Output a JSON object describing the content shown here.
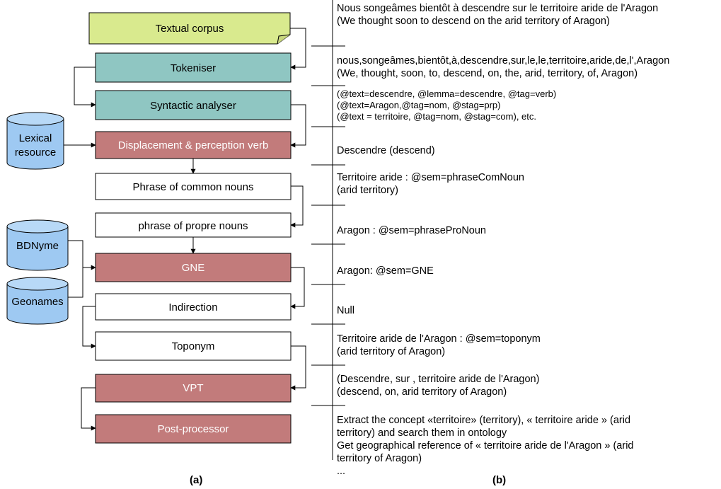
{
  "pipeline": {
    "textual_corpus": "Textual corpus",
    "tokeniser": "Tokeniser",
    "syntactic_analyser": "Syntactic analyser",
    "displacement_verb": "Displacement & perception verb",
    "phrase_common_nouns": "Phrase of common nouns",
    "phrase_propre_nouns": "phrase of propre nouns",
    "gne": "GNE",
    "indirection": "Indirection",
    "toponym": "Toponym",
    "vpt": "VPT",
    "post_processor": "Post-processor"
  },
  "resources": {
    "lexical_line1": "Lexical",
    "lexical_line2": "resource",
    "bdnyme": "BDNyme",
    "geonames": "Geonames"
  },
  "examples": {
    "corpus": [
      "Nous songeâmes bientôt à descendre sur le territoire aride de l'Aragon",
      "(We thought soon to descend on the arid territory of Aragon)"
    ],
    "tokens": [
      "nous,songeâmes,bientôt,à,descendre,sur,le,le,territoire,aride,de,l',Aragon",
      "(We, thought, soon, to, descend, on, the, arid, territory, of, Aragon)"
    ],
    "syntax": [
      "(@text=descendre, @lemma=descendre, @tag=verb)",
      "(@text=Aragon,@tag=nom, @stag=prp)",
      "(@text = territoire, @tag=nom, @stag=com), etc."
    ],
    "verb": [
      "Descendre (descend)"
    ],
    "common_nouns": [
      "Territoire aride : @sem=phraseComNoun",
      "(arid territory)"
    ],
    "propre_nouns": [
      "Aragon : @sem=phraseProNoun"
    ],
    "gne": [
      "Aragon: @sem=GNE"
    ],
    "indirection": [
      "Null"
    ],
    "toponym": [
      "Territoire aride de l'Aragon : @sem=toponym",
      "(arid territory of Aragon)"
    ],
    "vpt": [
      "(Descendre, sur , territoire aride de l'Aragon)",
      "(descend, on, arid territory of Aragon)"
    ],
    "post": [
      "Extract  the concept «territoire» (territory), « territoire aride » (arid",
      "territory) and search them in ontology",
      "Get geographical reference of « territoire aride de l'Aragon » (arid",
      "territory of Aragon)",
      "..."
    ]
  },
  "captions": {
    "a": "(a)",
    "b": "(b)"
  },
  "colors": {
    "corpus": "#d9ea8e",
    "teal": "#8fc6c2",
    "red": "#c27b7b",
    "db": "#9ec9f2",
    "white": "#ffffff"
  }
}
